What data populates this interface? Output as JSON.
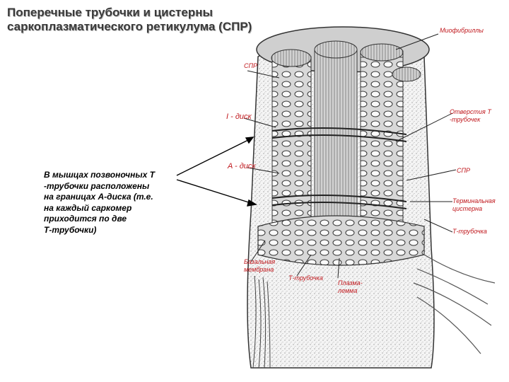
{
  "title": {
    "line1": "Поперечные трубочки и цистерны",
    "line2": "саркоплазматического ретикулума (СПР)"
  },
  "note": {
    "line1": "В мышцах позвоночных Т",
    "line2": "-трубочки расположены",
    "line3": "на границах  А-диска (т.е.",
    "line4": "на каждый саркомер",
    "line5": "приходится по две",
    "line6": "Т-трубочки)"
  },
  "labels": {
    "myofibrils": "Миофибриллы",
    "spr_top": "СПР",
    "i_disk": "I - диск",
    "a_disk": "A - диск",
    "t_openings_1": "Отверстия Т",
    "t_openings_2": "-трубочек",
    "spr_right": "СПР",
    "terminal_1": "Терминальная",
    "terminal_2": "цистерна",
    "t_tube_right": "Т-трубочка",
    "basal_1": "Базальная",
    "basal_2": "мембрана",
    "t_tube_bottom": "Т-трубочка",
    "plasma_1": "Плазма-",
    "plasma_2": "лемма"
  },
  "colors": {
    "label_red": "#c0181d",
    "title_gray": "#3a3a3a",
    "ink": "#222222"
  }
}
